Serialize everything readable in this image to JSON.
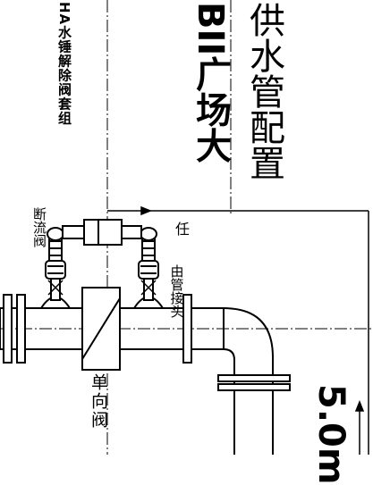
{
  "labels": {
    "ha_group": "HA水锤解除阀套组",
    "shutoff_valve": "断流阀",
    "union_ren": "任",
    "union_rest": "由管接头",
    "check_valve": "单向阀",
    "title_line1": "BII广场大",
    "title_line2": "供水管配置",
    "height": "5.0m"
  },
  "colors": {
    "line": "#000000",
    "background": "#ffffff"
  }
}
